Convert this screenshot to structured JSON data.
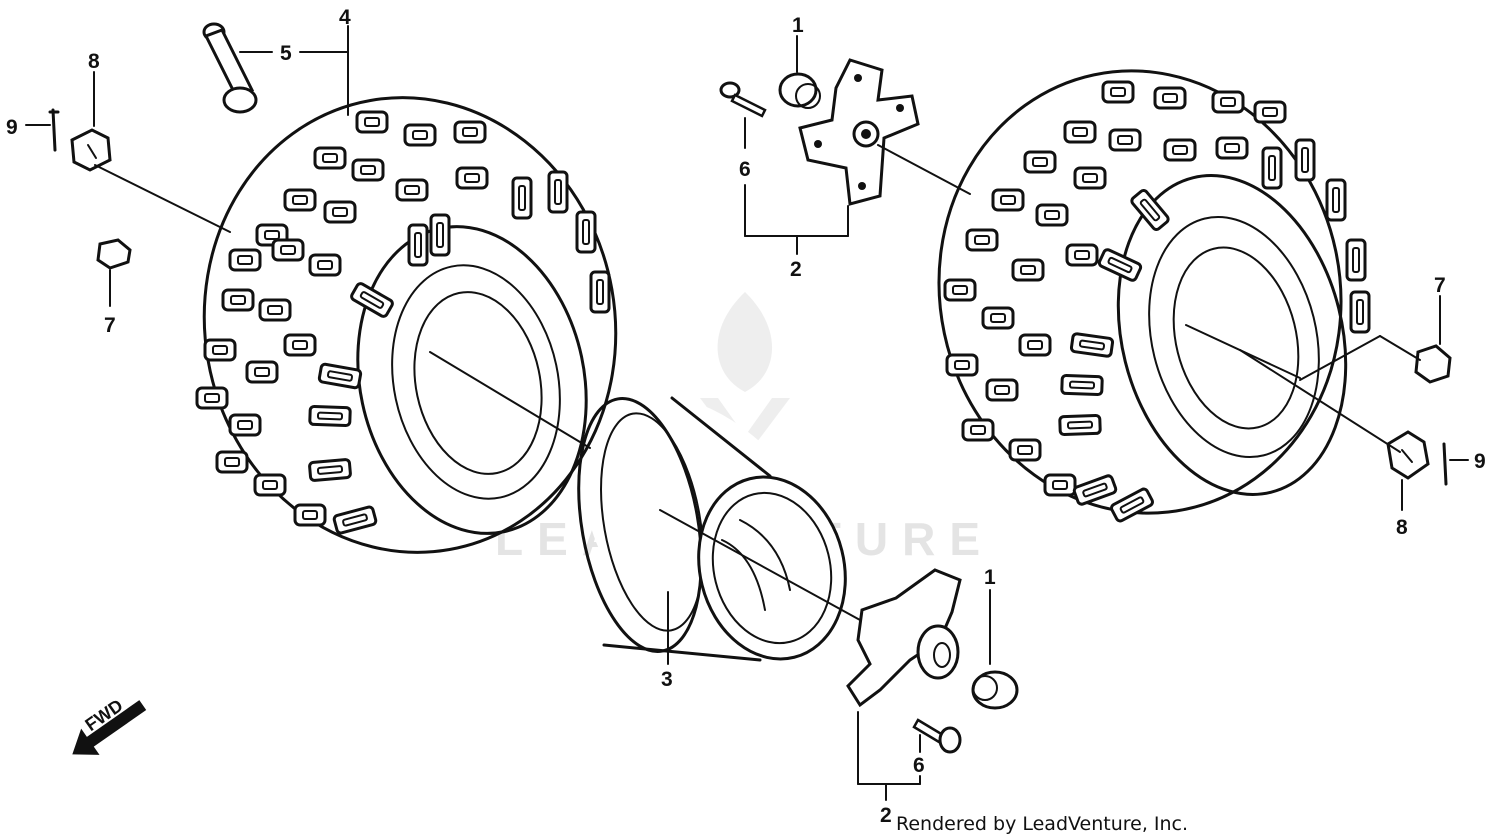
{
  "diagram": {
    "callouts": {
      "c1_top": "1",
      "c1_bottom": "1",
      "c2_top": "2",
      "c2_bottom": "2",
      "c3": "3",
      "c4": "4",
      "c5": "5",
      "c6_top": "6",
      "c6_bottom": "6",
      "c7_left": "7",
      "c7_right": "7",
      "c8_left": "8",
      "c8_right": "8",
      "c9_left": "9",
      "c9_right": "9"
    },
    "fwd_label": "FWD",
    "credit": "Rendered by LeadVenture, Inc.",
    "watermark": "LEADVENTURE"
  },
  "colors": {
    "ink": "#111111",
    "background": "#ffffff",
    "watermark": "#e4e4e4"
  },
  "icons": [
    "fwd-arrow-icon",
    "leadventure-logo-icon"
  ]
}
